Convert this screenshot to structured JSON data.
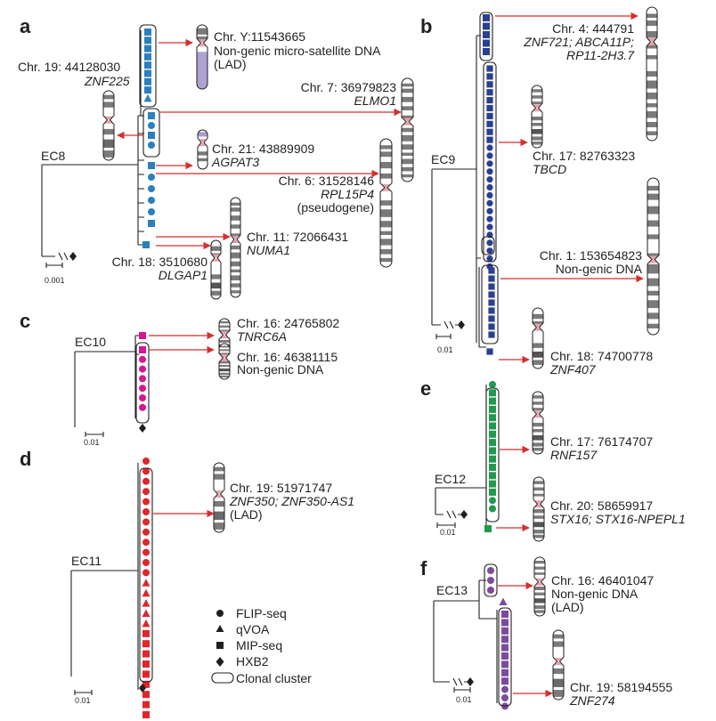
{
  "panels": {
    "a": {
      "letter": "a",
      "cluster": "EC8",
      "scale": "0.001",
      "color": "#2a7fc1",
      "sites": [
        {
          "chr": "Chr. Y:11543665",
          "lines": [
            "Non-genic micro-satellite DNA",
            "(LAD)"
          ],
          "italic": false
        },
        {
          "chr": "Chr. 19: 44128030",
          "lines": [
            "ZNF225"
          ],
          "italic": true
        },
        {
          "chr": "Chr. 7: 36979823",
          "lines": [
            "ELMO1"
          ],
          "italic": true
        },
        {
          "chr": "Chr. 21: 43889909",
          "lines": [
            "AGPAT3"
          ],
          "italic": true
        },
        {
          "chr": "Chr. 6: 31528146",
          "lines": [
            "RPL15P4",
            "(pseudogene)"
          ],
          "italic": true
        },
        {
          "chr": "Chr. 11: 72066431",
          "lines": [
            "NUMA1"
          ],
          "italic": true
        },
        {
          "chr": "Chr. 18: 3510680",
          "lines": [
            "DLGAP1"
          ],
          "italic": true
        }
      ]
    },
    "b": {
      "letter": "b",
      "cluster": "EC9",
      "scale": "0.01",
      "color": "#2b3f8f",
      "sites": [
        {
          "chr": "Chr. 4: 444791",
          "lines": [
            "ZNF721; ABCA11P;",
            "RP11-2H3.7"
          ],
          "italic": true
        },
        {
          "chr": "Chr. 17: 82763323",
          "lines": [
            "TBCD"
          ],
          "italic": true
        },
        {
          "chr": "Chr. 1: 153654823",
          "lines": [
            "Non-genic DNA"
          ],
          "italic": false
        },
        {
          "chr": "Chr. 18: 74700778",
          "lines": [
            "ZNF407"
          ],
          "italic": true
        }
      ]
    },
    "c": {
      "letter": "c",
      "cluster": "EC10",
      "scale": "0.01",
      "color": "#d6178f",
      "sites": [
        {
          "chr": "Chr. 16: 24765802",
          "lines": [
            "TNRC6A"
          ],
          "italic": true
        },
        {
          "chr": "Chr. 16: 46381115",
          "lines": [
            "Non-genic DNA"
          ],
          "italic": false
        }
      ]
    },
    "d": {
      "letter": "d",
      "cluster": "EC11",
      "scale": "0.01",
      "color": "#e0262b",
      "sites": [
        {
          "chr": "Chr. 19: 51971747",
          "lines": [
            "ZNF350; ZNF350-AS1",
            "(LAD)"
          ],
          "italic": true
        }
      ]
    },
    "e": {
      "letter": "e",
      "cluster": "EC12",
      "scale": "0.01",
      "color": "#1f9a4e",
      "sites": [
        {
          "chr": "Chr. 17: 76174707",
          "lines": [
            "RNF157"
          ],
          "italic": true
        },
        {
          "chr": "Chr. 20: 58659917",
          "lines": [
            "STX16; STX16-NPEPL1"
          ],
          "italic": true
        }
      ]
    },
    "f": {
      "letter": "f",
      "cluster": "EC13",
      "scale": "0.01",
      "color": "#7d4a9e",
      "sites": [
        {
          "chr": "Chr. 16: 46401047",
          "lines": [
            "Non-genic DNA",
            "(LAD)"
          ],
          "italic": false
        },
        {
          "chr": "Chr. 19: 58194555",
          "lines": [
            "ZNF274"
          ],
          "italic": true
        }
      ]
    }
  },
  "legend": {
    "items": [
      {
        "symbol": "circle",
        "label": "FLIP-seq"
      },
      {
        "symbol": "triangle",
        "label": "qVOA"
      },
      {
        "symbol": "square",
        "label": "MIP-seq"
      },
      {
        "symbol": "diamond",
        "label": "HXB2"
      },
      {
        "symbol": "rounded-box",
        "label": "Clonal cluster"
      }
    ]
  },
  "colors": {
    "arrow": "#d32f2f",
    "centromere": "#e8a0a8",
    "band_dark": "#7a7a7a",
    "outline": "#231f20"
  }
}
